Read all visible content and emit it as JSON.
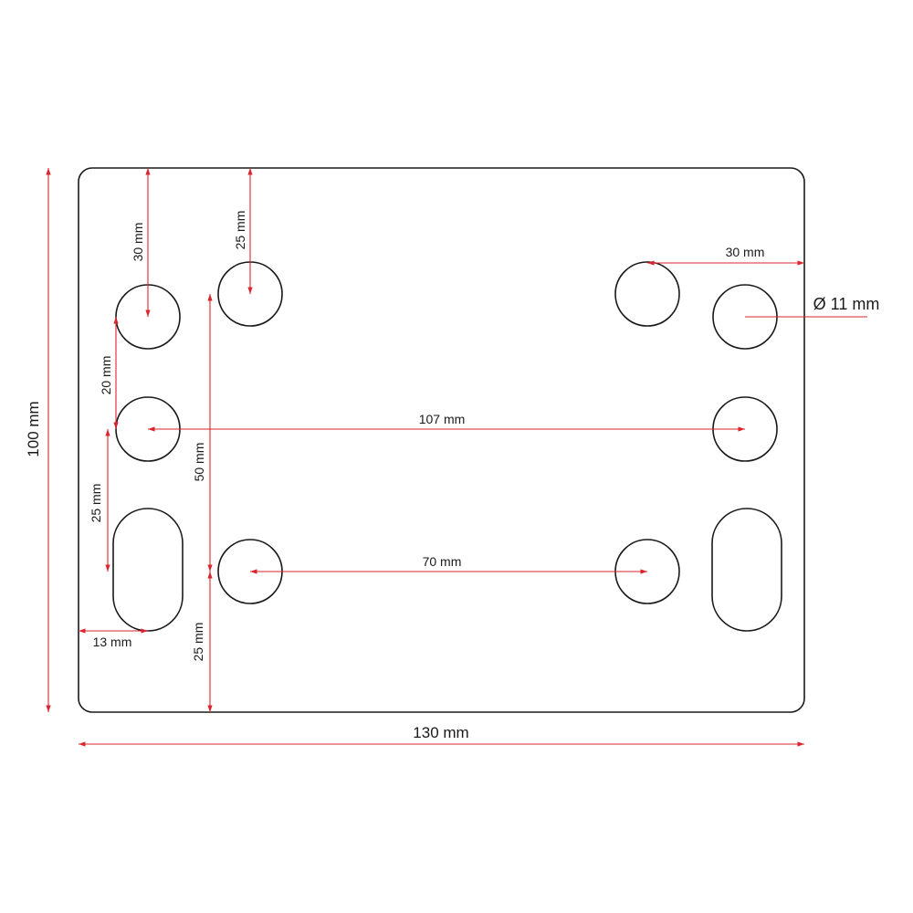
{
  "colors": {
    "outline": "#1a1a1a",
    "dimension": "#d9262e",
    "background": "#ffffff"
  },
  "dimensions": {
    "overall_width": "130 mm",
    "overall_height": "100 mm",
    "top_to_left_hole": "30 mm",
    "top_to_inner_hole": "25 mm",
    "edge_to_right_hole": "30 mm",
    "hole_diameter": "Ø 11 mm",
    "vertical_hole_spacing": "20 mm",
    "hole_to_slot": "25 mm",
    "inner_hole_spacing": "50 mm",
    "bottom_to_inner_hole": "25 mm",
    "edge_to_slot": "13 mm",
    "middle_hole_span": "107 mm",
    "bottom_hole_span": "70 mm"
  }
}
